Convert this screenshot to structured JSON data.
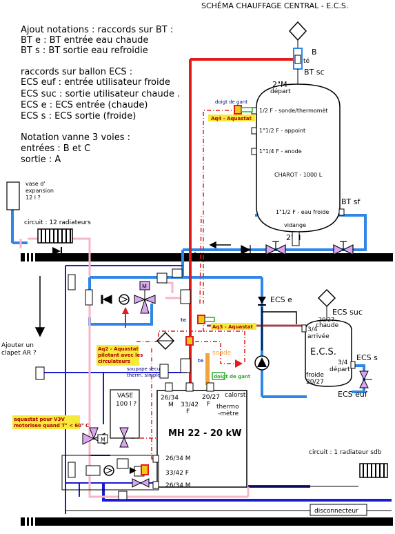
{
  "title": "SCHÉMA CHAUFFAGE CENTRAL - E.C.S.",
  "notes": {
    "line1": "Ajout notations : raccords sur BT :",
    "line2": "BT e : BT entrée eau chaude",
    "line3": "BT s : BT sortie eau refroidie",
    "line4": "raccords sur ballon ECS :",
    "line5": "ECS euf : entrée utilisateur froide",
    "line6": "ECS suc : sortie utilisateur chaude .",
    "line7": "ECS e : ECS entrée (chaude)",
    "line8": "ECS s : ECS sortie (froide)",
    "line9": "Notation vanne 3 voies :",
    "line10": "entrées : B et C",
    "line11": "sortie : A"
  },
  "tank": {
    "b": "B",
    "te": "té",
    "bt_sc": "BT sc",
    "top_size": "2\"M",
    "depart": "départ",
    "c1": "1/2 F - sonde/thermomèt",
    "c2": "1\"1/2 F - appoint",
    "c3": "1\"1/4 F - anode",
    "name": "CHAROT - 1000 L",
    "c4": "1\"1/2 F - eau froide",
    "bt_sf": "BT sf",
    "vidange": "vidange",
    "bottom_size": "2\"M",
    "doigt": "doigt de gant",
    "aq4": "Aq4 - Aquastat"
  },
  "vase_exp": {
    "l1": "vase d'",
    "l2": "expansion",
    "l3": "12 l ?"
  },
  "circuit12": "circuit : 12 radiateurs",
  "circuit1": "circuit : 1 radiateur sdb",
  "ajouter": {
    "l1": "Ajouter un",
    "l2": "clapet AR ?"
  },
  "a_label": "A",
  "m_label": "M",
  "te_label": "te",
  "aq2": {
    "l1": "Aq2 - Aquastat",
    "l2": "pilotant avec les",
    "l3": "circulateurs"
  },
  "aq3": "Aq3 - Aquastat",
  "soupape": {
    "l1": "soupape secu",
    "l2": "therm. simple"
  },
  "sonde": "sonde",
  "doigt2": "doigt de gant",
  "ecs": {
    "e": "ECS e",
    "suc": "ECS suc",
    "s": "ECS s",
    "euf": "ECS euf",
    "size1": "20/27",
    "chaude": "chaude",
    "arrivee": "3/4",
    "arrivee2": "arrivée",
    "name": "E.C.S.",
    "depart1": "3/4",
    "depart2": "départ",
    "froide": "froide",
    "size2": "20/27"
  },
  "vase100": {
    "l1": "VASE",
    "l2": "100 l ?"
  },
  "boiler": {
    "s1a": "26/34",
    "s1b": "M",
    "s2a": "33/42",
    "s2b": "F",
    "s3a": "20/27",
    "s3b": "F",
    "calorst": "calorst",
    "thermo1": "thermo",
    "thermo2": "-mètre",
    "name": "MH 22 - 20 kW",
    "r1": "26/34 M",
    "r2": "33/42   F",
    "r3": "26/34 M"
  },
  "aquastat_v3v": {
    "l1": "aquastat pour V3V",
    "l2": "motorisee quand T° < 60° C"
  },
  "disconnecteur": "disconnecteur"
}
